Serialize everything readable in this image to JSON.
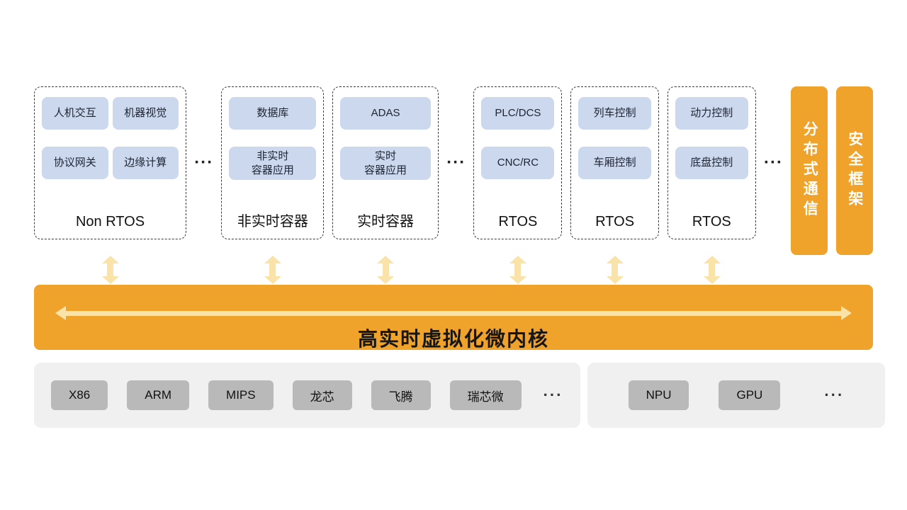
{
  "colors": {
    "orange": "#F0A32B",
    "pale_arrow": "#FAE3A8",
    "pill_blue": "#CBD8EE",
    "chip_gray": "#B9B9B9",
    "panel_gray": "#F0F0F0"
  },
  "top_row": {
    "dots": "···",
    "groups": [
      {
        "label": "Non RTOS",
        "cols": 2,
        "dots_after": true,
        "pills": [
          "人机交互",
          "机器视觉",
          "协议网关",
          "边缘计算"
        ]
      },
      {
        "label": "非实时容器",
        "cols": 1,
        "dots_after": false,
        "pills": [
          "数据库",
          "非实时\n容器应用"
        ]
      },
      {
        "label": "实时容器",
        "cols": 1,
        "dots_after": true,
        "pills": [
          "ADAS",
          "实时\n容器应用"
        ]
      },
      {
        "label": "RTOS",
        "cols": 1,
        "dots_after": false,
        "pills": [
          "PLC/DCS",
          "CNC/RC"
        ]
      },
      {
        "label": "RTOS",
        "cols": 1,
        "dots_after": false,
        "pills": [
          "列车控制",
          "车厢控制"
        ]
      },
      {
        "label": "RTOS",
        "cols": 1,
        "dots_after": true,
        "pills": [
          "动力控制",
          "底盘控制"
        ]
      }
    ],
    "side_bars": [
      {
        "label": "分布式通信"
      },
      {
        "label": "安全框架"
      }
    ]
  },
  "kernel_bar": {
    "label": "高实时虚拟化微内核"
  },
  "hardware": {
    "left_chips": [
      "X86",
      "ARM",
      "MIPS",
      "龙芯",
      "飞腾",
      "瑞芯微"
    ],
    "right_chips": [
      "NPU",
      "GPU"
    ],
    "dots": "···"
  }
}
